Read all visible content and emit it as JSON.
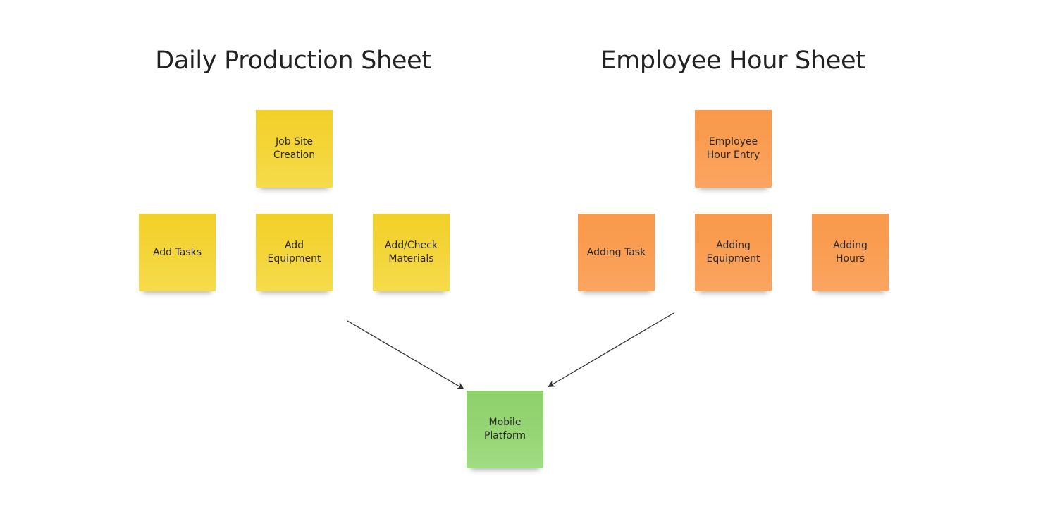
{
  "headings": {
    "left": "Daily Production Sheet",
    "right": "Employee Hour Sheet"
  },
  "notes": {
    "job_site_creation": "Job Site\nCreation",
    "add_tasks": "Add Tasks",
    "add_equipment": "Add\nEquipment",
    "add_check_materials": "Add/Check\nMaterials",
    "employee_hour_entry": "Employee\nHour Entry",
    "adding_task": "Adding Task",
    "adding_equipment": "Adding\nEquipment",
    "adding_hours": "Adding Hours",
    "mobile_platform": "Mobile\nPlatform"
  },
  "colors": {
    "yellow_note": "#f4d63c",
    "orange_note": "#fa9f55",
    "green_note": "#97d676",
    "arrow": "#333333"
  }
}
